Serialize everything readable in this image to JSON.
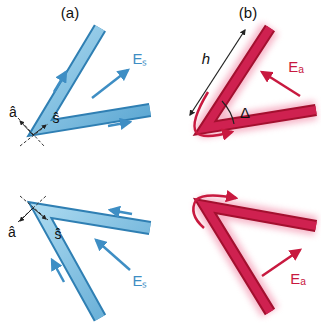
{
  "diagram": {
    "labels": [
      "(a)",
      "(b)",
      "Eₛ",
      "â",
      "ŝ",
      "â",
      "ŝ",
      "Eₛ",
      "h",
      "Δ",
      "Eₐ",
      "Eₐ"
    ]
  }
}
